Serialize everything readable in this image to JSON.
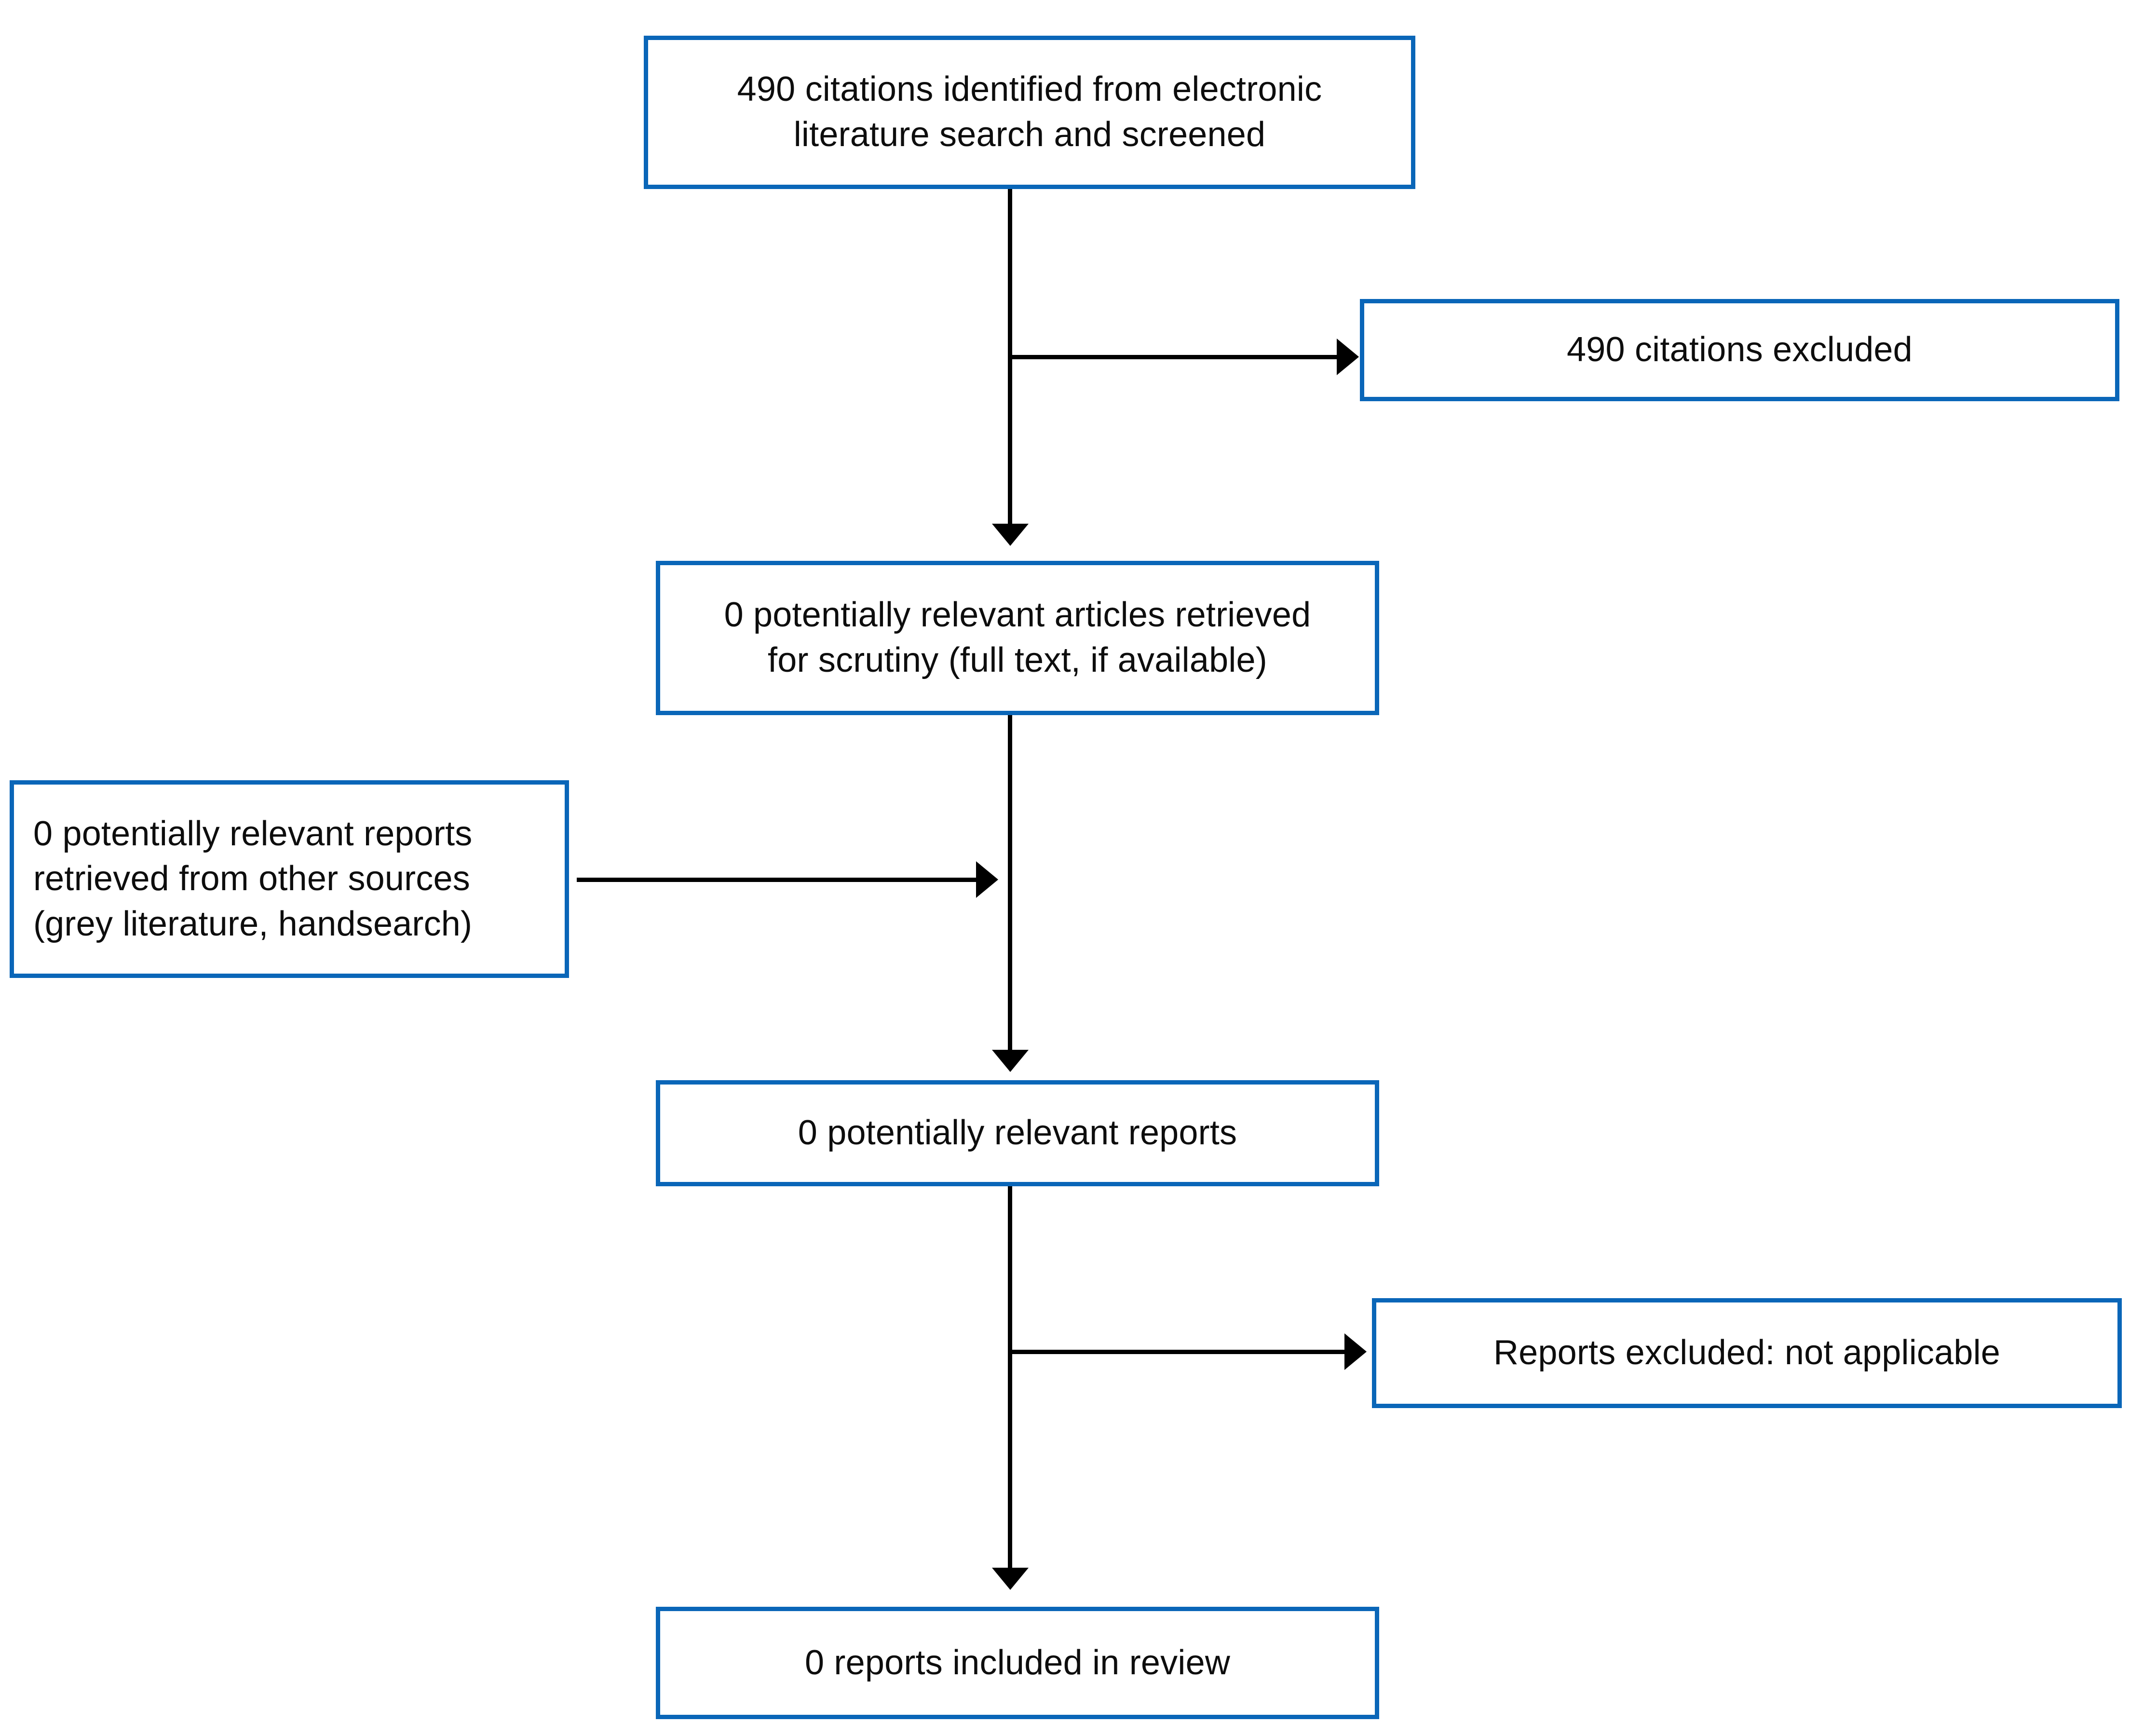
{
  "diagram": {
    "type": "prisma-study-flow-diagram",
    "accent_color": "#0a66b8",
    "connector_color": "#000000",
    "background_color": "#ffffff",
    "nodes": {
      "identified": {
        "text": "490 citations identified from electronic\nliterature search and screened",
        "count": 490,
        "align": "center"
      },
      "citations_excluded": {
        "text": "490 citations excluded",
        "count": 490,
        "align": "center"
      },
      "retrieved": {
        "text": "0 potentially relevant articles retrieved\nfor scrutiny (full text, if available)",
        "count": 0,
        "align": "center"
      },
      "other_sources": {
        "text": "0 potentially relevant reports\nretrieved from other sources\n(grey literature, handsearch)",
        "count": 0,
        "align": "left"
      },
      "relevant_reports": {
        "text": "0 potentially relevant reports",
        "count": 0,
        "align": "center"
      },
      "reports_excluded": {
        "text": "Reports excluded: not applicable",
        "align": "center"
      },
      "included": {
        "text": "0 reports included in review",
        "count": 0,
        "align": "center"
      }
    },
    "edges": [
      {
        "from": "identified",
        "to": "retrieved",
        "direction": "down"
      },
      {
        "from": "identified",
        "to": "citations_excluded",
        "direction": "right"
      },
      {
        "from": "retrieved",
        "to": "relevant_reports",
        "direction": "down"
      },
      {
        "from": "other_sources",
        "to": "relevant_reports",
        "direction": "right"
      },
      {
        "from": "relevant_reports",
        "to": "included",
        "direction": "down"
      },
      {
        "from": "relevant_reports",
        "to": "reports_excluded",
        "direction": "right"
      }
    ]
  }
}
